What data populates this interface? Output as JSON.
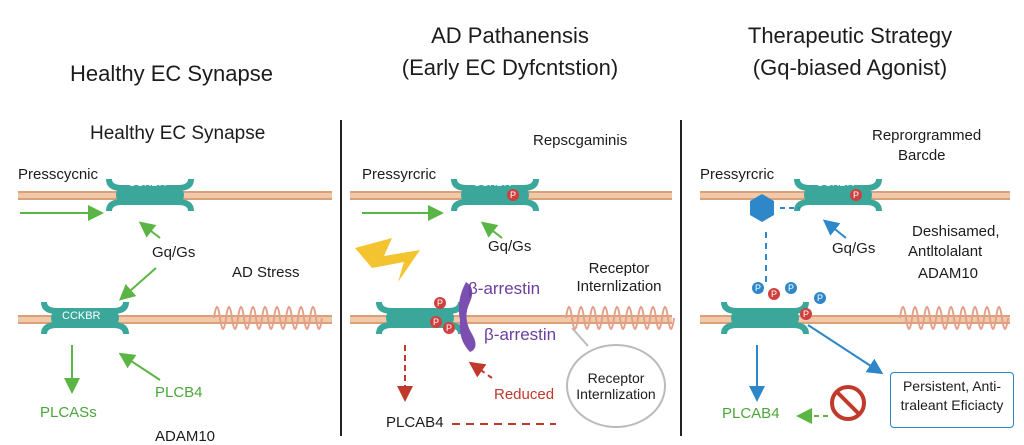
{
  "panels": {
    "left": {
      "header": "Healthy EC Synapse",
      "subheader": "Healthy EC Synapse",
      "presynaptic": "Presscycnic",
      "receptor_top": "CCKBR",
      "coupling": "Gq/Gs",
      "stress": "AD Stress",
      "receptor_bottom": "CCKBR",
      "output_left": "PLCASs",
      "output_right": "PLCB4",
      "bottom_cut": "ADAM10"
    },
    "middle": {
      "header_line1": "AD Pathanensis",
      "header_line2": "(Early EC Dyfcntstion)",
      "top_note": "Repscgaminis",
      "presynaptic": "Pressyrcric",
      "receptor_top": "CCKBR",
      "coupling": "Gq/Gs",
      "arrestin_top": "β-arrestin",
      "arrestin_bottom": "β-arrestin",
      "internalization": "Receptor Internlization",
      "reduced": "Reduced",
      "bubble_line1": "Receptor",
      "bubble_line2": "Internlization",
      "output": "PLCAB4",
      "phospho": "P"
    },
    "right": {
      "header_line1": "Therapeutic Strategy",
      "header_line2": "(Gq-biased Agonist)",
      "top_note_line1": "Reprorgrammed",
      "top_note_line2": "Barcde",
      "presynaptic": "Pressyrcric",
      "receptor_top": "CCKBR",
      "coupling": "Gq/Gs",
      "side_line1": "Deshisamed,",
      "side_line2": "Antltolalant",
      "side_line3": "ADAM10",
      "output": "PLCAB4",
      "box_line1": "Persistent, Anti-",
      "box_line2": "traleant Eficiacty",
      "phospho": "P"
    }
  },
  "colors": {
    "receptor": "#3aa79a",
    "membrane": "#f1c9a8",
    "green_arrow": "#5bb544",
    "red": "#c0392b",
    "blue": "#2e87c8",
    "arrestin": "#7b4fb0",
    "lightning": "#f4c430"
  }
}
